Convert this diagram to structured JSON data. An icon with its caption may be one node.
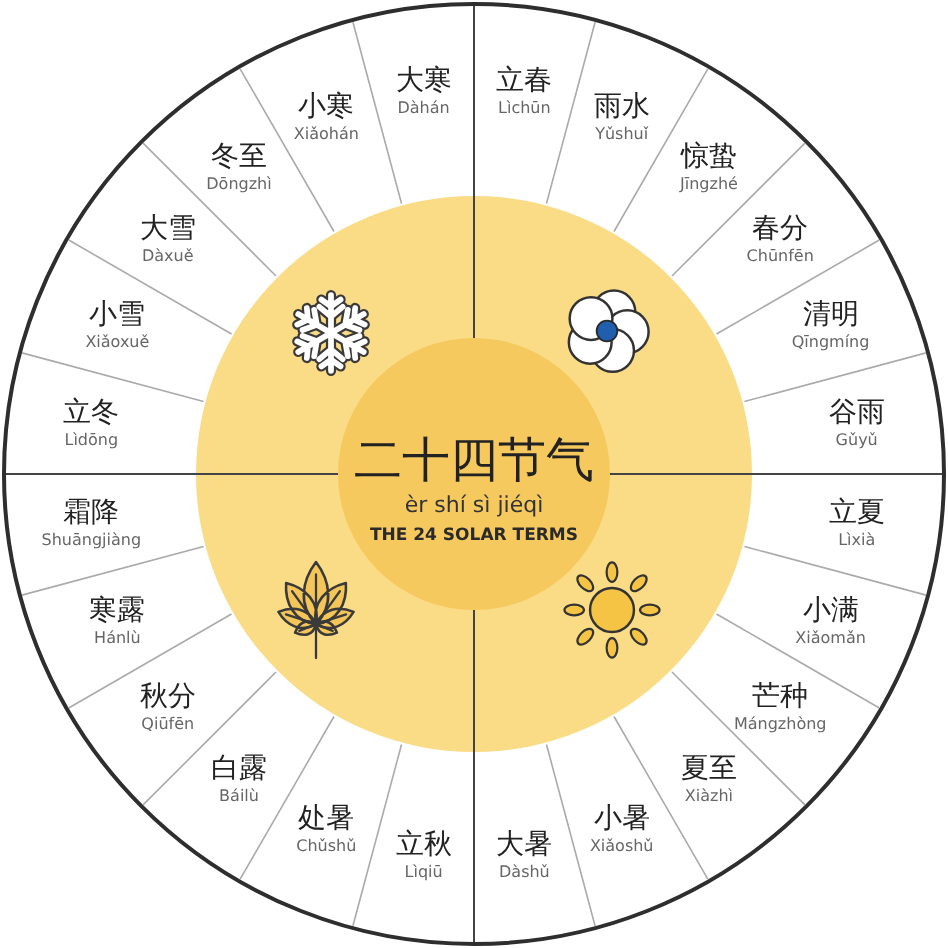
{
  "diagram": {
    "nodes": [
      {
        "text": [
          "二十四节气",
          "èr shí sì jiéqì",
          "THE 24 SOLAR TERMS"
        ]
      },
      {
        "text": [
          "立春",
          "Lìchūn"
        ]
      },
      {
        "text": [
          "雨水",
          "Yǔshuǐ"
        ]
      },
      {
        "text": [
          "惊蛰",
          "Jīngzhé"
        ]
      },
      {
        "text": [
          "春分",
          "Chūnfēn"
        ]
      },
      {
        "text": [
          "清明",
          "Qīngmíng"
        ]
      },
      {
        "text": [
          "谷雨",
          "Gǔyǔ"
        ]
      },
      {
        "text": [
          "立夏",
          "Lìxià"
        ]
      },
      {
        "text": [
          "小满",
          "Xiǎomǎn"
        ]
      },
      {
        "text": [
          "芒种",
          "Mángzhòng"
        ]
      },
      {
        "text": [
          "夏至",
          "Xiàzhì"
        ]
      },
      {
        "text": [
          "小暑",
          "Xiǎoshǔ"
        ]
      },
      {
        "text": [
          "大暑",
          "Dàshǔ"
        ]
      },
      {
        "text": [
          "立秋",
          "Lìqiū"
        ]
      },
      {
        "text": [
          "处暑",
          "Chǔshǔ"
        ]
      },
      {
        "text": [
          "白露",
          "Báilù"
        ]
      },
      {
        "text": [
          "秋分",
          "Qiūfēn"
        ]
      },
      {
        "text": [
          "寒露",
          "Hánlù"
        ]
      },
      {
        "text": [
          "霜降",
          "Shuāngjiàng"
        ]
      },
      {
        "text": [
          "立冬",
          "Lìdōng"
        ]
      },
      {
        "text": [
          "小雪",
          "Xiǎoxuě"
        ]
      },
      {
        "text": [
          "大雪",
          "Dàxuě"
        ]
      },
      {
        "text": [
          "冬至",
          "Dōngzhì"
        ]
      },
      {
        "text": [
          "小寒",
          "Xiǎohán"
        ]
      },
      {
        "text": [
          "大寒",
          "Dàhán"
        ]
      }
    ]
  }
}
